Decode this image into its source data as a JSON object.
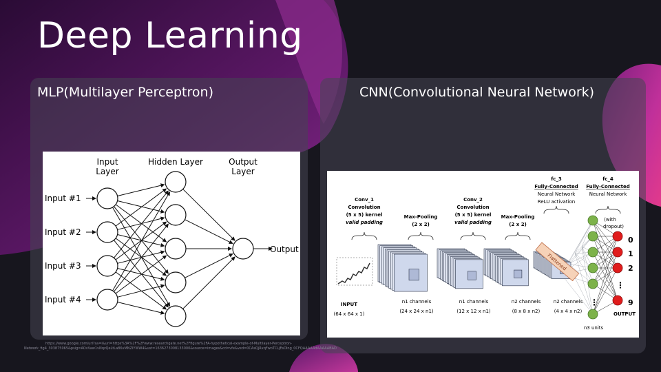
{
  "slide": {
    "title": "Deep Learning"
  },
  "mlp": {
    "label": "MLP(Multilayer Perceptron)",
    "inputs": [
      "Input #1",
      "Input #2",
      "Input #3",
      "Input #4"
    ],
    "layer_input": [
      "Input",
      "Layer"
    ],
    "layer_hidden": "Hidden Layer",
    "layer_output": [
      "Output",
      "Layer"
    ],
    "output": "Output"
  },
  "cnn": {
    "label": "CNN(Convolutional Neural Network)",
    "conv1": [
      "Conv_1",
      "Convolution",
      "(5 x 5) kernel",
      "valid padding"
    ],
    "pool1": [
      "Max-Pooling",
      "(2 x 2)"
    ],
    "conv2": [
      "Conv_2",
      "Convolution",
      "(5 x 5) kernel",
      "valid padding"
    ],
    "pool2": [
      "Max-Pooling",
      "(2 x 2)"
    ],
    "fc3": [
      "fc_3",
      "Fully-Connected",
      "Neural Network",
      "ReLU activation"
    ],
    "fc4": [
      "fc_4",
      "Fully-Connected",
      "Neural Network"
    ],
    "dropout": [
      "(with",
      "dropout)"
    ],
    "flattened": "Flattened",
    "input_label": "INPUT",
    "input_dim": "(64 x 64 x 1)",
    "stage1": [
      "n1 channels",
      "(24 x 24 x n1)"
    ],
    "stage2": [
      "n1 channels",
      "(12 x 12 x n1)"
    ],
    "stage3": [
      "n2 channels",
      "(8 x 8 x n2)"
    ],
    "stage4": [
      "n2 channels",
      "(4 x 4 x n2)"
    ],
    "units": "n3 units",
    "outputs": [
      "0",
      "1",
      "2",
      "9"
    ],
    "output_label": "OUTPUT",
    "ellipsis": "⋮"
  },
  "caption": "https://www.google.com/url?sa=i&url=https%3A%2F%2Fwww.researchgate.net%2Ffigure%2FA-hypothetical-example-of-Multilayer-Perceptron-Network_fig4_303875065&psig=AOvVaw1vNqzQeLtLa86vMNZIYWW4&ust=1636273008133000&source=images&cd=vfe&ved=0CAsQjRxqFwoTCLjEsDIng_0CFQAAAAAdAAAAABAD"
}
